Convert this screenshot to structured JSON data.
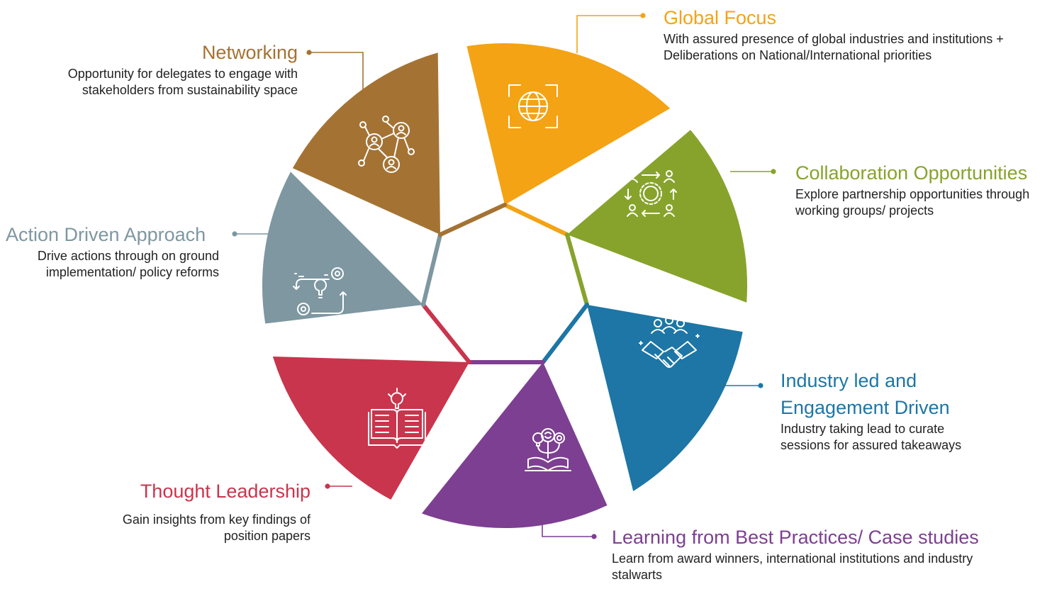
{
  "colors": {
    "networking": "#A47334",
    "global": "#F4A314",
    "collab": "#87A32C",
    "industry": "#1D76A5",
    "learning": "#7D3F91",
    "thought": "#C9354C",
    "action": "#7E97A1"
  },
  "segments": [
    {
      "key": "networking",
      "title": "Networking",
      "desc": "Opportunity for delegates to engage with stakeholders from sustainability space",
      "icon": "network-people-icon"
    },
    {
      "key": "global",
      "title": "Global Focus",
      "desc": "With assured presence of global industries and institutions + Deliberations on National/International priorities",
      "icon": "globe-icon"
    },
    {
      "key": "collab",
      "title": "Collaboration Opportunities",
      "desc": "Explore partnership opportunities through working groups/ projects",
      "icon": "collaboration-cycle-icon"
    },
    {
      "key": "industry",
      "title_line1": "Industry led and",
      "title_line2": "Engagement Driven",
      "desc": "Industry taking lead to curate sessions for assured takeaways",
      "icon": "handshake-icon"
    },
    {
      "key": "learning",
      "title": "Learning from Best Practices/ Case studies",
      "desc": "Learn from award winners, international institutions and industry stalwarts",
      "icon": "book-ideas-icon"
    },
    {
      "key": "thought",
      "title": "Thought Leadership",
      "desc": "Gain insights from key findings of position papers",
      "icon": "lightbulb-book-icon"
    },
    {
      "key": "action",
      "title": "Action Driven Approach",
      "desc": "Drive actions through on ground implementation/ policy reforms",
      "icon": "gears-cycle-icon"
    }
  ]
}
